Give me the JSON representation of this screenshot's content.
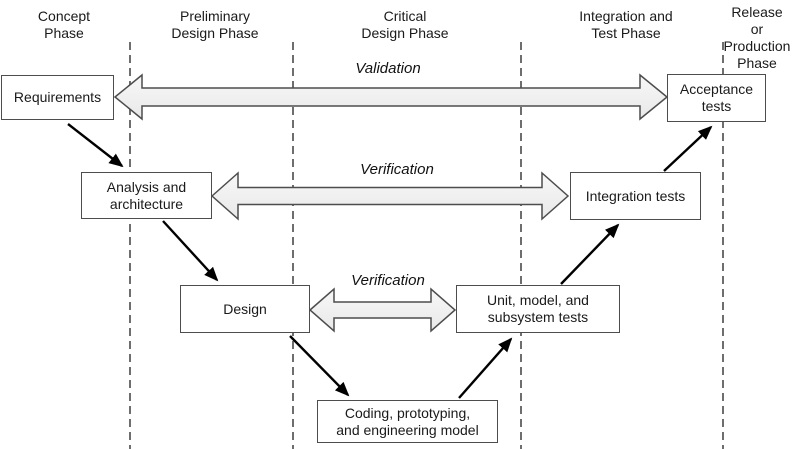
{
  "phases": [
    {
      "label": "Concept\nPhase"
    },
    {
      "label": "Preliminary\nDesign Phase"
    },
    {
      "label": "Critical\nDesign Phase"
    },
    {
      "label": "Integration and\nTest Phase"
    },
    {
      "label": "Release or\nProduction\nPhase"
    }
  ],
  "boxes": [
    {
      "label": "Requirements"
    },
    {
      "label": "Analysis and\narchitecture"
    },
    {
      "label": "Design"
    },
    {
      "label": "Coding, prototyping,\nand engineering model"
    },
    {
      "label": "Unit, model, and\nsubsystem tests"
    },
    {
      "label": "Integration tests"
    },
    {
      "label": "Acceptance\ntests"
    }
  ],
  "arrow_labels": {
    "validation": "Validation",
    "verification_upper": "Verification",
    "verification_lower": "Verification"
  },
  "colors": {
    "background": "#ffffff",
    "text": "#1a1a1a",
    "box_border": "#4d4d4d",
    "fat_arrow_fill_top": "#f7f7f7",
    "fat_arrow_fill_bottom": "#e9e9e9",
    "fat_arrow_stroke": "#4d4d4d",
    "dashed_line": "#6e6e6e",
    "flow_arrow": "#000000"
  }
}
